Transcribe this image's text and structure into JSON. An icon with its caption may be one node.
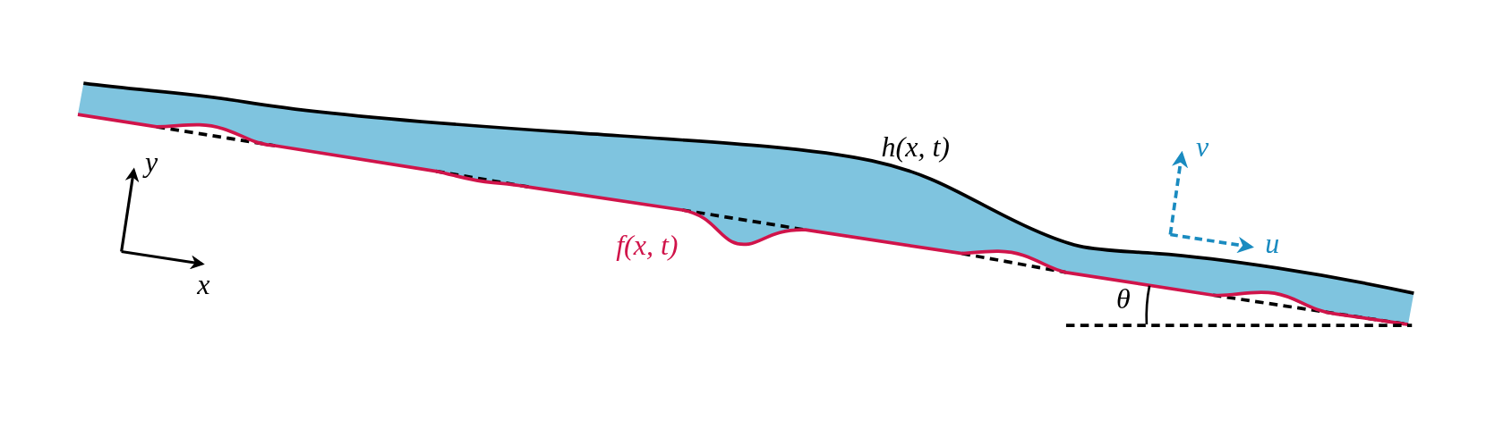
{
  "diagram": {
    "labels": [
      "h(x, t)",
      "v",
      "y",
      "u",
      "f(x, t)",
      "x",
      "θ"
    ]
  }
}
